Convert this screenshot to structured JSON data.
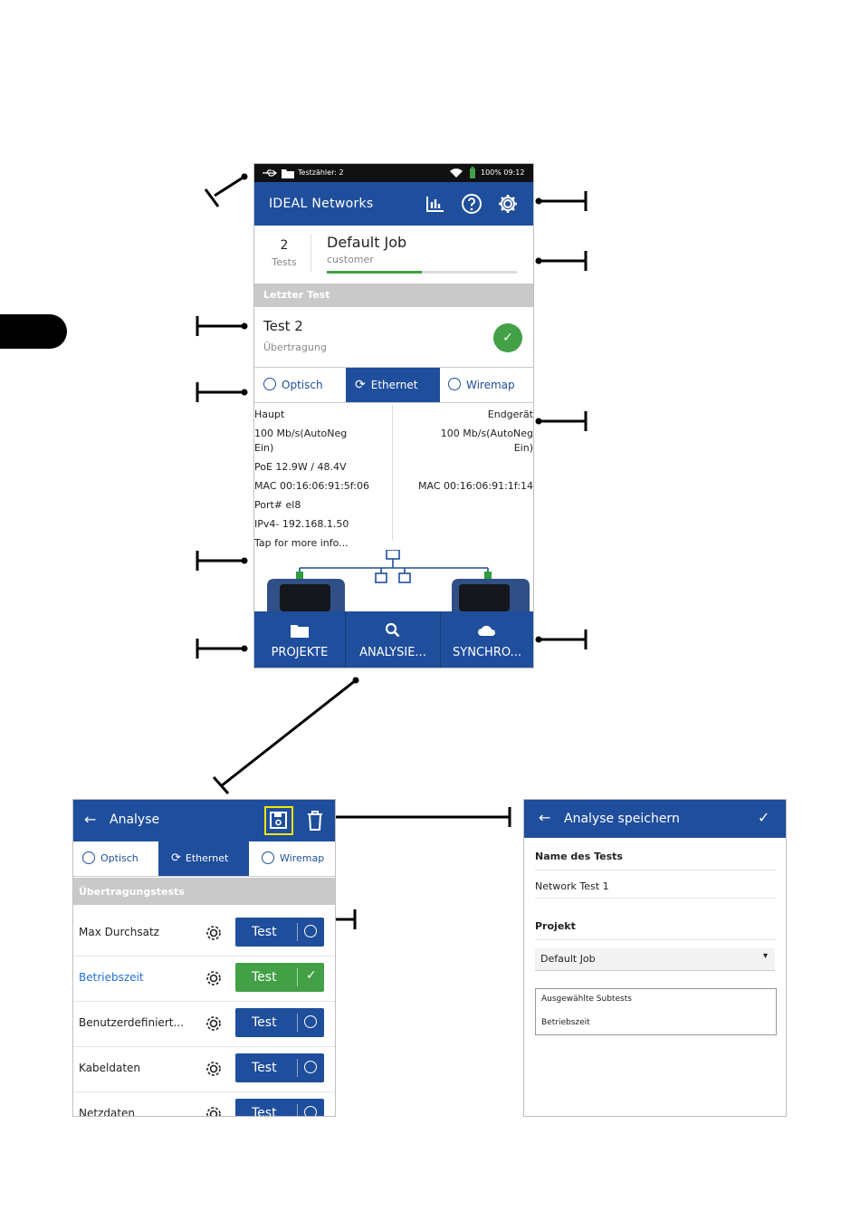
{
  "status_bar": {
    "counter": "Testzähler: 2",
    "battery_time": "100% 09:12"
  },
  "app_bar": {
    "title": "IDEAL Networks"
  },
  "job": {
    "count": "2",
    "count_label": "Tests",
    "title": "Default Job",
    "subtitle": "customer",
    "progress": 0.5
  },
  "last_test": {
    "header": "Letzter Test",
    "name": "Test 2",
    "subtitle": "Übertragung"
  },
  "tabs": [
    {
      "label": "Optisch"
    },
    {
      "label": "Ethernet"
    },
    {
      "label": "Wiremap"
    }
  ],
  "info": {
    "left_header": "Haupt",
    "right_header": "Endgerät",
    "left_speed": "100 Mb/s(AutoNeg",
    "left_speed2": "Ein)",
    "right_speed": "100 Mb/s(AutoNeg",
    "right_speed2": "Ein)",
    "poe": "PoE 12.9W / 48.4V",
    "left_mac": "MAC 00:16:06:91:5f:06",
    "right_mac": "MAC 00:16:06:91:1f:14",
    "port": "Port# el8",
    "ipv4": "IPv4- 192.168.1.50",
    "more": "Tap for more info..."
  },
  "bottom_nav": [
    {
      "label": "PROJEKTE",
      "icon": "folder-icon"
    },
    {
      "label": "ANALYSIE...",
      "icon": "search-icon"
    },
    {
      "label": "SYNCHRO...",
      "icon": "cloud-icon"
    }
  ],
  "analyse": {
    "title": "Analyse",
    "tabs": [
      {
        "label": "Optisch"
      },
      {
        "label": "Ethernet"
      },
      {
        "label": "Wiremap"
      }
    ],
    "section": "Übertragungstests",
    "rows": [
      {
        "name": "Max Durchsatz",
        "button": "Test",
        "done": false
      },
      {
        "name": "Betriebszeit",
        "button": "Test",
        "done": true
      },
      {
        "name": "Benutzerdefiniert...",
        "button": "Test",
        "done": false
      },
      {
        "name": "Kabeldaten",
        "button": "Test",
        "done": false
      },
      {
        "name": "Netzdaten",
        "button": "Test",
        "done": false
      }
    ]
  },
  "save": {
    "title": "Analyse speichern",
    "name_label": "Name des Tests",
    "name_value": "Network Test 1",
    "project_label": "Projekt",
    "project_value": "Default Job",
    "subtests_label": "Ausgewählte Subtests",
    "subtests_value": "Betriebszeit"
  },
  "colors": {
    "primary": "#1f4e9c",
    "success": "#43a047",
    "section": "#c9c9c9",
    "highlight": "#f5e400"
  }
}
